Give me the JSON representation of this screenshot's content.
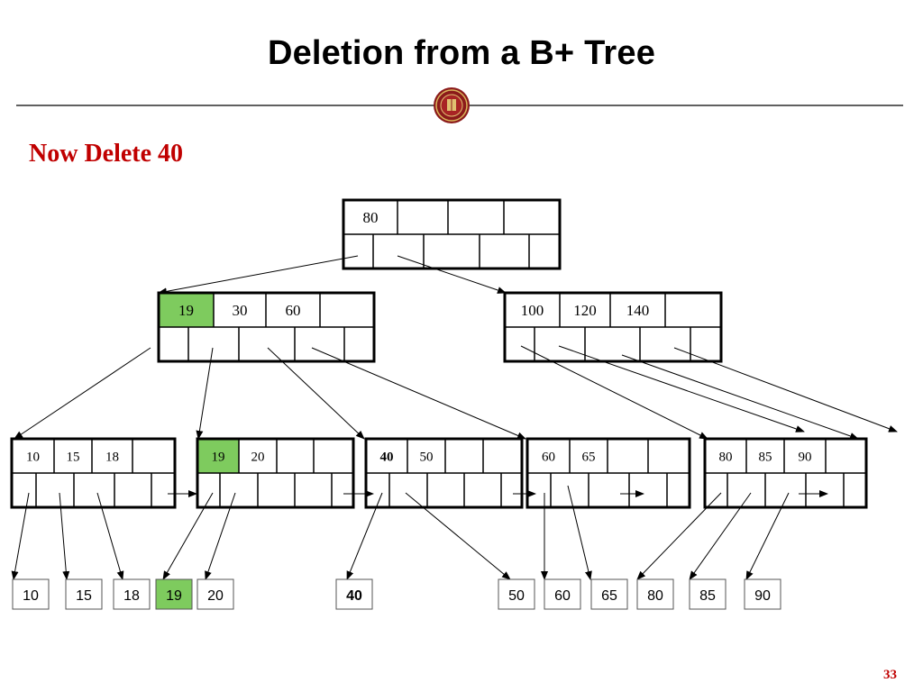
{
  "slide": {
    "title": "Deletion from a B+ Tree",
    "subtitle": "Now Delete 40",
    "page_number": "33"
  },
  "colors": {
    "highlight_fill": "#7ecb5e",
    "deleted_key": "#c00000",
    "accent_red": "#c00000",
    "line": "#000000"
  },
  "tree": {
    "root": {
      "keys": [
        "80",
        "",
        "",
        ""
      ]
    },
    "internal": [
      {
        "keys": [
          "19",
          "30",
          "60",
          ""
        ],
        "highlight_index": 0
      },
      {
        "keys": [
          "100",
          "120",
          "140",
          ""
        ]
      }
    ],
    "leaves": [
      {
        "keys": [
          "10",
          "15",
          "18",
          ""
        ]
      },
      {
        "keys": [
          "19",
          "20",
          "",
          ""
        ],
        "highlight_index": 0
      },
      {
        "keys": [
          "40",
          "50",
          "",
          ""
        ],
        "deleted_index": 0
      },
      {
        "keys": [
          "60",
          "65",
          "",
          ""
        ]
      },
      {
        "keys": [
          "80",
          "85",
          "90",
          ""
        ]
      }
    ],
    "records": [
      {
        "label": "10"
      },
      {
        "label": "15"
      },
      {
        "label": "18"
      },
      {
        "label": "19",
        "highlight": true
      },
      {
        "label": "20"
      },
      {
        "label": "40",
        "deleted": true
      },
      {
        "label": "50"
      },
      {
        "label": "60"
      },
      {
        "label": "65"
      },
      {
        "label": "80"
      },
      {
        "label": "85"
      },
      {
        "label": "90"
      }
    ]
  }
}
